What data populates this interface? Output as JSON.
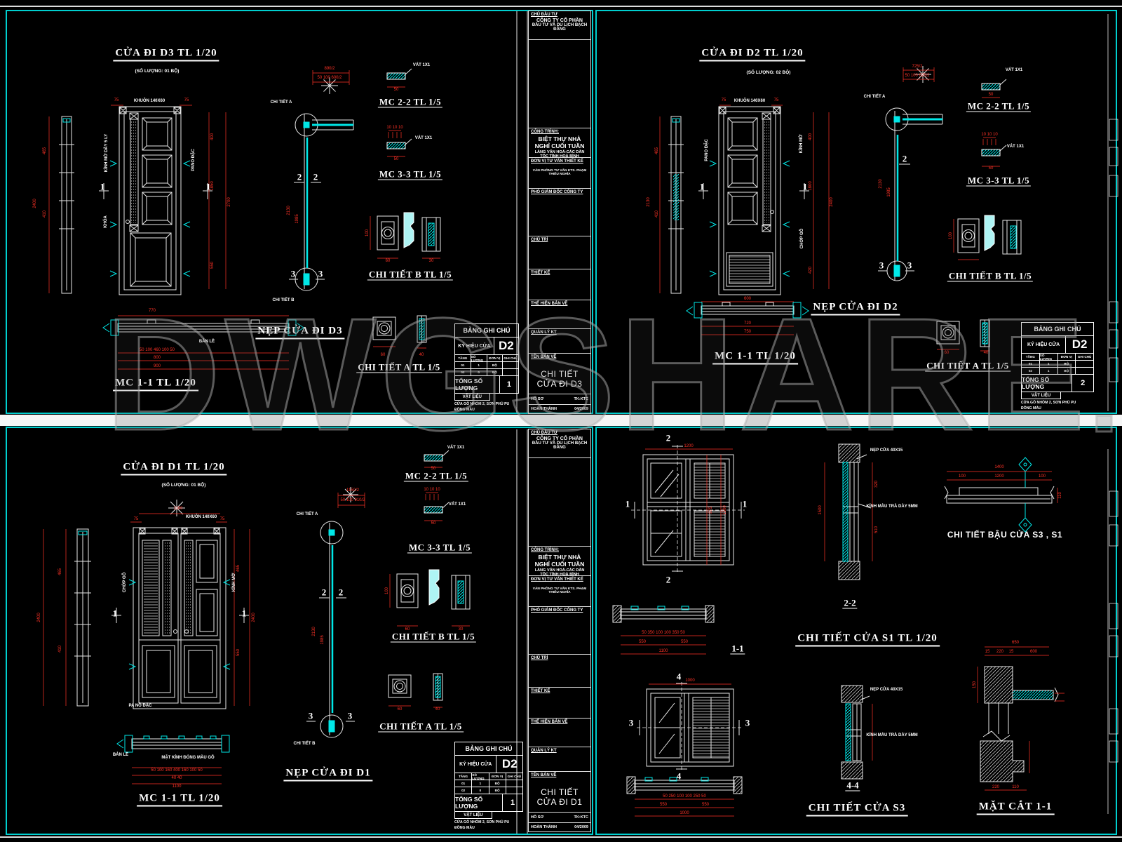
{
  "watermark": {
    "text": "DWGSHARE",
    "suffix": ".com"
  },
  "colors": {
    "background": "#000000",
    "frame_cyan": "#00cfcf",
    "line_white": "#e8e8e8",
    "dim_red": "#ff3226",
    "accent_cyan": "#00e8e8",
    "band_white": "#f6f6f6",
    "watermark_gray": "#aaaaaa"
  },
  "title_block": {
    "investor_label": "CHỦ ĐẦU TƯ",
    "investor_line1": "CÔNG TY CỔ PHẦN",
    "investor_line2": "ĐẦU TƯ VÀ DU LỊCH BẠCH ĐẰNG",
    "project_label": "CÔNG TRÌNH:",
    "project_line1": "BIỆT THỰ NHÀ NGHỈ CUỐI TUẦN",
    "project_line2": "LÀNG VĂN HOÁ-CÁC DÂN TỘC TỈNH HOÀ BÌNH",
    "consultant_label": "ĐƠN VỊ TƯ VẤN THIẾT KẾ",
    "consultant_line": "VĂN PHÒNG TƯ VẤN KTS. PHẠM THIẾU NGHĨA",
    "deputy_director_label": "PHÓ GIÁM ĐỐC CÔNG TY",
    "lead_label": "CHỦ TRÌ",
    "designer_label": "THIẾT KẾ",
    "draftsman_label": "THỂ HIỆN BẢN VẼ",
    "qa_label": "QUẢN LÝ KT",
    "drawing_name_label": "TÊN BẢN VẼ",
    "dossier_label": "HỒ SƠ",
    "dossier_value": "TK:KTC",
    "completed_label": "HOÀN THÀNH",
    "completed_value": "04/2009"
  },
  "legend": {
    "title": "BẢNG GHI CHÚ",
    "symbol_label": "KÝ HIỆU CỬA",
    "symbol": "D2",
    "col_floor": "TẦNG",
    "col_qty": "SỐ LƯỢNG",
    "col_unit": "ĐƠN VỊ",
    "col_note": "GHI CHÚ",
    "total_label": "TỔNG SỐ LƯỢNG",
    "material_label": "VẬT LIỆU",
    "material_line1": "CỬA GỖ NHÓM 2, SƠN PHỦ PU",
    "material_line2": "ĐỒNG MÀU"
  },
  "sheets": {
    "d3": {
      "title": "CỬA  ĐI  D3   TL 1/20",
      "subtitle": "(SỐ LƯỢNG: 01 BỘ)",
      "drawing_name": "CHI TIẾT CỬA  ĐI D3",
      "frame_label": "KHUÔN 140X60",
      "glass_label": "KÍNH MỜ DÀY 5 LY",
      "panel_label": "PANO ĐẶC",
      "lock_label": "KHÓA",
      "mc22": "MC 2-2  TL 1/5",
      "mc33": "MC 3-3  TL 1/5",
      "mc11": "MC 1-1  TL 1/20",
      "detail_a_title": "CHI TIẾT A   TL 1/5",
      "detail_b_title": "CHI TIẾT B  TL 1/5",
      "nep": "NẸP CỬA  ĐI D3",
      "callout_a": "CHI TIẾT A",
      "callout_b": "CHI TIẾT B",
      "chamfer": "VÁT 1X1",
      "hinge": "BẢN LỀ",
      "marks": {
        "s1": "1",
        "s2": "2",
        "s3": "3"
      },
      "dims": {
        "w75a": "75",
        "w75b": "75",
        "pole_a": "890/2",
        "pole_b": "50 100 600/2",
        "mc22_50": "50",
        "mc33_t": "10 10 10",
        "mc33_50": "50",
        "plan_w": "770",
        "plan_chain": "50 100 460 100 50",
        "plan_800": "800",
        "plan_900": "900",
        "h_465": "465",
        "h_410": "410",
        "h_2400": "2400",
        "r_400": "400",
        "r_1850": "1850",
        "r_550": "550",
        "r_2700": "2700",
        "p_2130": "2130",
        "p_1985": "1985",
        "b_100": "100",
        "b_60": "60",
        "b_30": "30",
        "a_60": "60",
        "a_40": "40"
      },
      "table": {
        "rows": [
          [
            "01",
            "1",
            "BỘ"
          ],
          [
            "02",
            "0",
            "BỘ"
          ]
        ],
        "total": "1"
      }
    },
    "d2": {
      "title": "CỬA ĐI D2  TL 1/20",
      "subtitle": "(SỐ LƯỢNG: 02 BỘ)",
      "frame_label": "KHUÔN 140X60",
      "panel_label": "PANO ĐẶC",
      "glass_label": "KÍNH MỜ",
      "louver_label": "CHỚP GỖ",
      "mc22": "MC 2-2  TL 1/5",
      "mc33": "MC 3-3  TL 1/5",
      "mc11": "MC 1-1  TL 1/20",
      "detail_a_title": "CHI TIẾT A  TL 1/5",
      "detail_b_title": "CHI TIẾT B  TL 1/5",
      "nep": "NẸP CỬA  ĐI D2",
      "callout_a": "CHI TIẾT A",
      "chamfer": "VÁT 1X1",
      "marks": {
        "s1": "1",
        "s2": "2",
        "s3": "3"
      },
      "dims": {
        "w75a": "75",
        "w75b": "75",
        "pole_a": "725/2",
        "pole_b": "50 100 625/2",
        "mc22_50": "50",
        "mc33_t": "10 10 10",
        "mc33_50": "50",
        "plan_600": "600",
        "plan_720": "720",
        "plan_750": "750",
        "h_465": "465",
        "h_410": "410",
        "h_2130": "2130",
        "r_400": "400",
        "r_1800": "1800",
        "r_420": "420",
        "r_2400": "2400",
        "p_2130": "2130",
        "p_1985": "1985",
        "b_100": "100",
        "a_60": "60",
        "a_40": "40"
      },
      "table": {
        "rows": [
          [
            "01",
            "1",
            "BỘ"
          ],
          [
            "02",
            "1",
            "BỘ"
          ]
        ],
        "total": "2"
      }
    },
    "d1": {
      "title": "CỬA  ĐI D1  TL 1/20",
      "subtitle": "(SỐ LƯỢNG: 01 BỘ)",
      "drawing_name": "CHI TIẾT CỬA  ĐI D1",
      "frame_label": "KHUÔN 140X60",
      "louver_label": "CHỚP GỖ",
      "glass_label": "KÍNH MỜ",
      "pano_bottom": "PA NÔ ĐẶC",
      "glass_face": "MẶT KÍNH ĐÓNG MÀU GỖ",
      "mc22": "MC 2-2  TL 1/5",
      "mc33": "MC 3-3  TL 1/5",
      "mc11": "MC 1-1  TL 1/20",
      "detail_a_title": "CHI TIẾT A  TL 1/5",
      "detail_b_title": "CHI TIẾT B  TL 1/5",
      "nep": "NẸP CỬA  ĐI D1",
      "callout_a": "CHI TIẾT A",
      "callout_b": "CHI TIẾT B",
      "chamfer": "VÁT 1X1",
      "hinge": "BẢN LỀ",
      "marks": {
        "s1": "1",
        "s2": "2",
        "s3": "3"
      },
      "dims": {
        "plan_1100": "1100",
        "w75a": "75",
        "w75b": "75",
        "pole_a": "1150/2",
        "pole_b": "50 100 910/2",
        "mc22_50": "50",
        "mc33_t": "10 10 10",
        "mc33_50": "50",
        "plan_chain": "50 100 160 400 160 100 50",
        "plan_40": "40    40",
        "plan_1100b": "1100",
        "h_465": "465",
        "h_410": "410",
        "h_2400": "2400",
        "r_465": "465",
        "r_550": "550",
        "r_2400": "2400",
        "p_2130": "2130",
        "p_1985": "1985",
        "b_100": "100",
        "b_60": "60",
        "b_30": "30",
        "a_60": "60",
        "a_40": "40"
      },
      "table": {
        "rows": [
          [
            "01",
            "1",
            "BỘ"
          ],
          [
            "02",
            "0",
            "BỘ"
          ]
        ],
        "total": "1"
      }
    },
    "s": {
      "s1_title": "CHI TIẾT CỬA S1 TL 1/20",
      "s3_title": "CHI TIẾT CỬA S3",
      "sill_title": "CHI TIẾT BẬU CỬA S3 , S1",
      "matcat_title": "MẶT CẮT 1-1",
      "sec11": "1-1",
      "sec22": "2-2",
      "sec44": "4-4",
      "nep4015": "NẸP CỬA 40X15",
      "kinh_tra": "KÍNH MÀU TRÀ DÀY 5MM",
      "marks": {
        "s1": "1",
        "s2": "2",
        "s3": "3",
        "s4": "4"
      },
      "dims": {
        "v975": "975",
        "v1500": "1500",
        "t1200": "1200",
        "chain1": "50 350 100 100 350 50",
        "d550a": "550",
        "d550b": "550",
        "d1100": "1100",
        "v320": "320",
        "v510": "510",
        "v1500b": "1500",
        "d1400": "1400",
        "d100a": "100",
        "d1200": "1200",
        "d100b": "100",
        "v110": "110",
        "t1000": "1000",
        "chain2": "50 250 100 100 250 50",
        "d550c": "550",
        "d550d": "550",
        "d1000": "1000",
        "d650": "650",
        "d15a": "15",
        "d220": "220",
        "d15b": "15",
        "d600": "600",
        "v150": "150",
        "d220b": "220",
        "d110b": "110"
      }
    }
  }
}
